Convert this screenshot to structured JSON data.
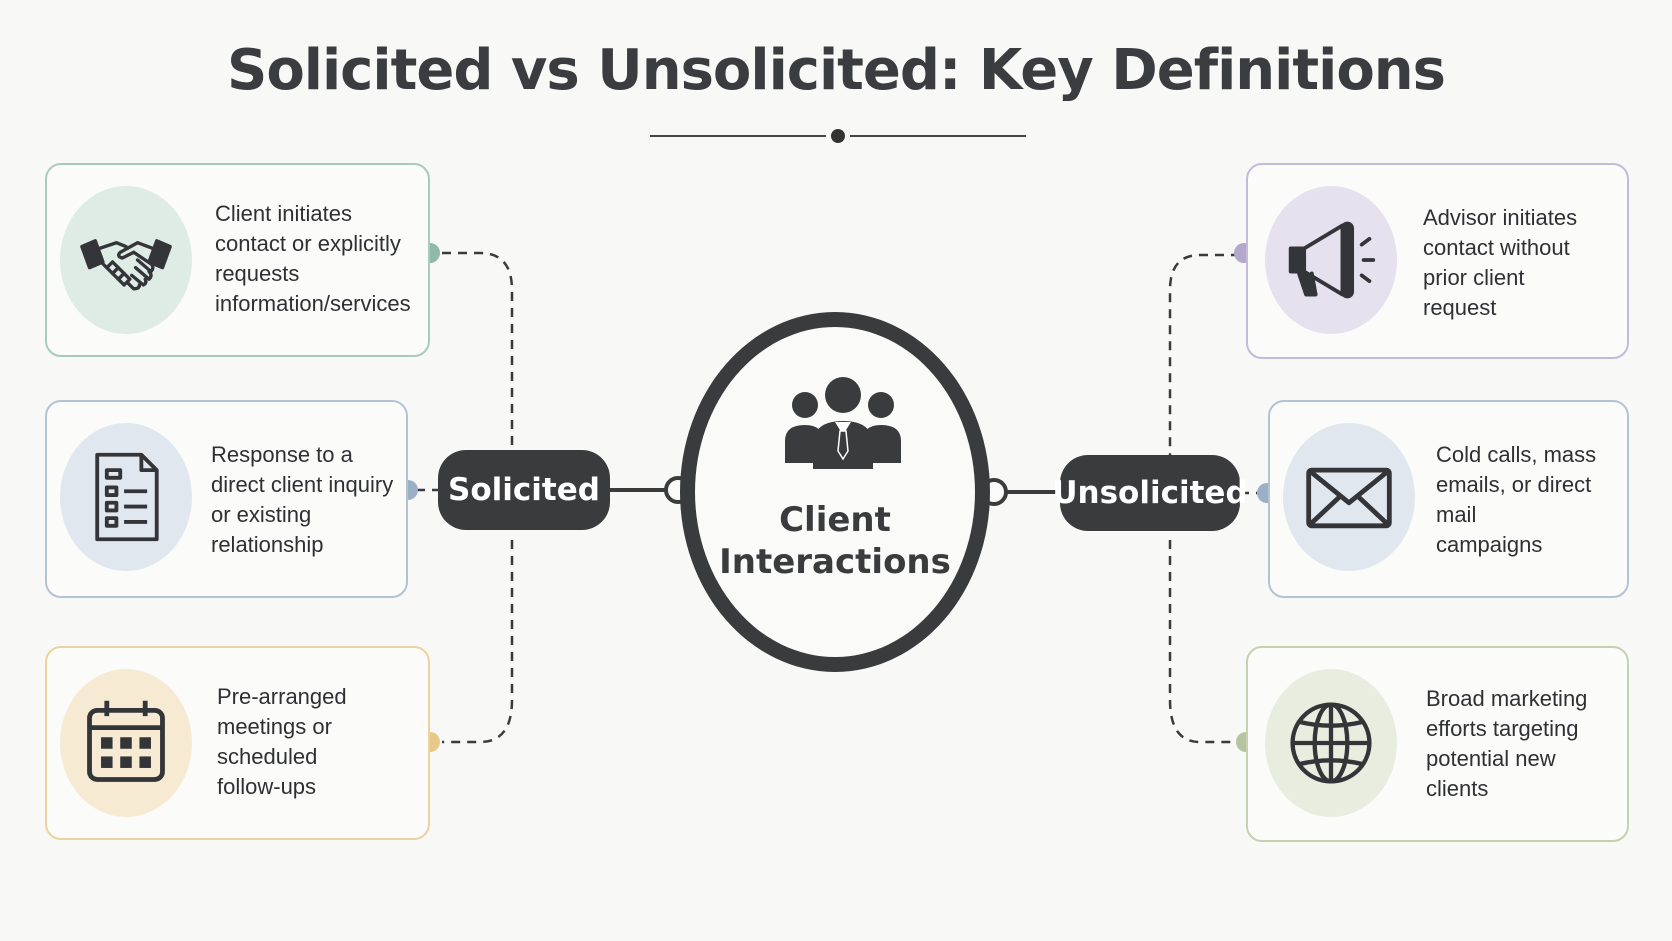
{
  "title": "Solicited vs Unsolicited: Key Definitions",
  "center": {
    "label": "Client\nInteractions",
    "icon": "people-group-icon"
  },
  "solicited": {
    "label": "Solicited",
    "cards": [
      {
        "text": "Client initiates\ncontact or explicitly\nrequests\ninformation/services",
        "icon": "handshake-icon",
        "accent": "#8fb9ab"
      },
      {
        "text": "Response to a\ndirect client inquiry\nor existing\nrelationship",
        "icon": "document-list-icon",
        "accent": "#9bb0c6"
      },
      {
        "text": "Pre-arranged\nmeetings or\nscheduled\nfollow-ups",
        "icon": "calendar-icon",
        "accent": "#e8c98a"
      }
    ]
  },
  "unsolicited": {
    "label": "Unsolicited",
    "cards": [
      {
        "text": "Advisor initiates\ncontact without\nprior client\nrequest",
        "icon": "megaphone-icon",
        "accent": "#b3a7cc"
      },
      {
        "text": "Cold calls, mass\nemails, or direct\nmail\ncampaigns",
        "icon": "envelope-icon",
        "accent": "#9bb0c6"
      },
      {
        "text": "Broad marketing\nefforts targeting\npotential new\nclients",
        "icon": "globe-icon",
        "accent": "#b6c4a0"
      }
    ]
  },
  "colors": {
    "dark": "#3a3b3d",
    "mint": "#8fb9ab",
    "mint_bg": "#dfece6",
    "blue": "#9bb0c6",
    "blue_bg": "#e0e7ef",
    "gold": "#e8c98a",
    "gold_bg": "#f6ead3",
    "lavender": "#b3a7cc",
    "lavender_bg": "#e6e1ef",
    "sage": "#b6c4a0",
    "sage_bg": "#e8ede0"
  }
}
